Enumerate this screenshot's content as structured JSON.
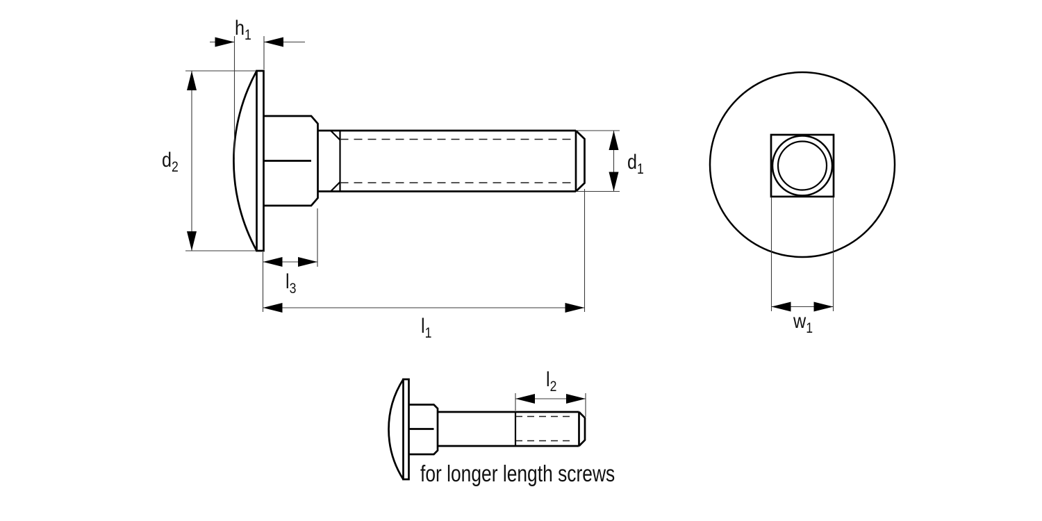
{
  "drawing": {
    "background_color": "#ffffff",
    "outline_color": "#000000",
    "dimension_line_color": "#3a3a3a",
    "text_color": "#111111"
  },
  "dimension_labels": {
    "head_height": {
      "base": "h",
      "sub": "1"
    },
    "head_diameter": {
      "base": "d",
      "sub": "2"
    },
    "neck_length": {
      "base": "l",
      "sub": "3"
    },
    "total_length": {
      "base": "l",
      "sub": "1"
    },
    "thread_diameter": {
      "base": "d",
      "sub": "1"
    },
    "square_width": {
      "base": "w",
      "sub": "1"
    },
    "thread_length": {
      "base": "l",
      "sub": "2"
    }
  },
  "caption": "for longer length screws"
}
